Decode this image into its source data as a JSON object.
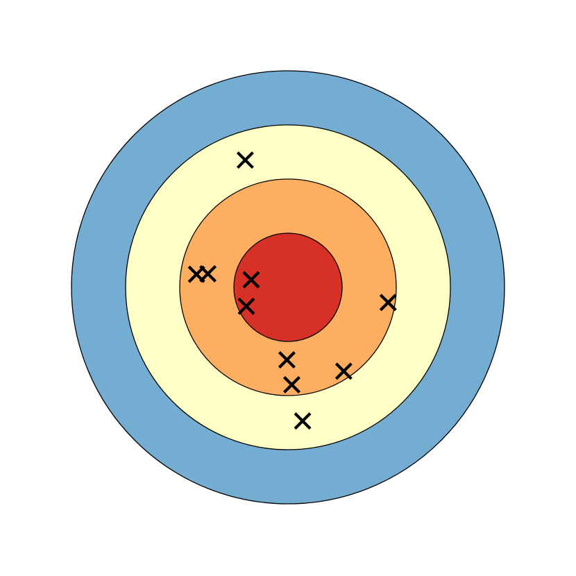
{
  "target": {
    "rings": [
      {
        "name": "outer-ring",
        "color": "#74ADD1"
      },
      {
        "name": "second-ring",
        "color": "#FFFFC6"
      },
      {
        "name": "third-ring",
        "color": "#FDAE61"
      },
      {
        "name": "bullseye",
        "color": "#D73027"
      }
    ],
    "ring_radii_units": [
      4,
      3,
      2,
      1
    ],
    "ring_outline_color": "#000000",
    "hits": {
      "marker": "x-mark-icon",
      "color": "#000000",
      "points": [
        {
          "x": -0.79,
          "y": 2.35
        },
        {
          "x": -1.48,
          "y": 0.25
        },
        {
          "x": -1.69,
          "y": 0.24
        },
        {
          "x": -0.68,
          "y": 0.14
        },
        {
          "x": -0.77,
          "y": -0.35
        },
        {
          "x": 1.85,
          "y": -0.28
        },
        {
          "x": -0.02,
          "y": -1.34
        },
        {
          "x": 0.07,
          "y": -1.8
        },
        {
          "x": 1.03,
          "y": -1.55
        },
        {
          "x": 0.27,
          "y": -2.47
        }
      ]
    }
  }
}
